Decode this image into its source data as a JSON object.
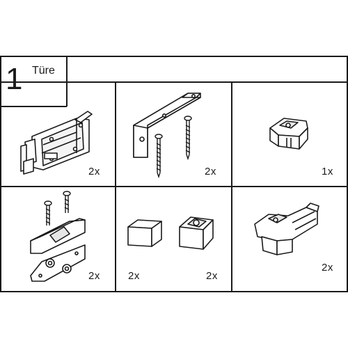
{
  "header": {
    "step_number": "1",
    "title": "Türe"
  },
  "parts": [
    {
      "id": "roller-bracket",
      "icon": "roller-bracket-icon",
      "quantity": "2x"
    },
    {
      "id": "angle-bracket-with-screws",
      "icon": "angle-bracket-icon",
      "quantity": "2x"
    },
    {
      "id": "guide-clip",
      "icon": "guide-clip-icon",
      "quantity": "1x"
    },
    {
      "id": "roller-carriage-with-screws",
      "icon": "roller-carriage-icon",
      "quantity": "2x"
    },
    {
      "id": "stopper-block",
      "icon": "stopper-block-icon",
      "quantity": "2x"
    },
    {
      "id": "damper-block",
      "icon": "damper-block-icon",
      "quantity": "2x"
    },
    {
      "id": "soft-close-unit",
      "icon": "soft-close-icon",
      "quantity": "2x"
    }
  ],
  "colors": {
    "line": "#1a1a1a",
    "fill": "#ffffff",
    "shade": "#d9d9d9"
  }
}
